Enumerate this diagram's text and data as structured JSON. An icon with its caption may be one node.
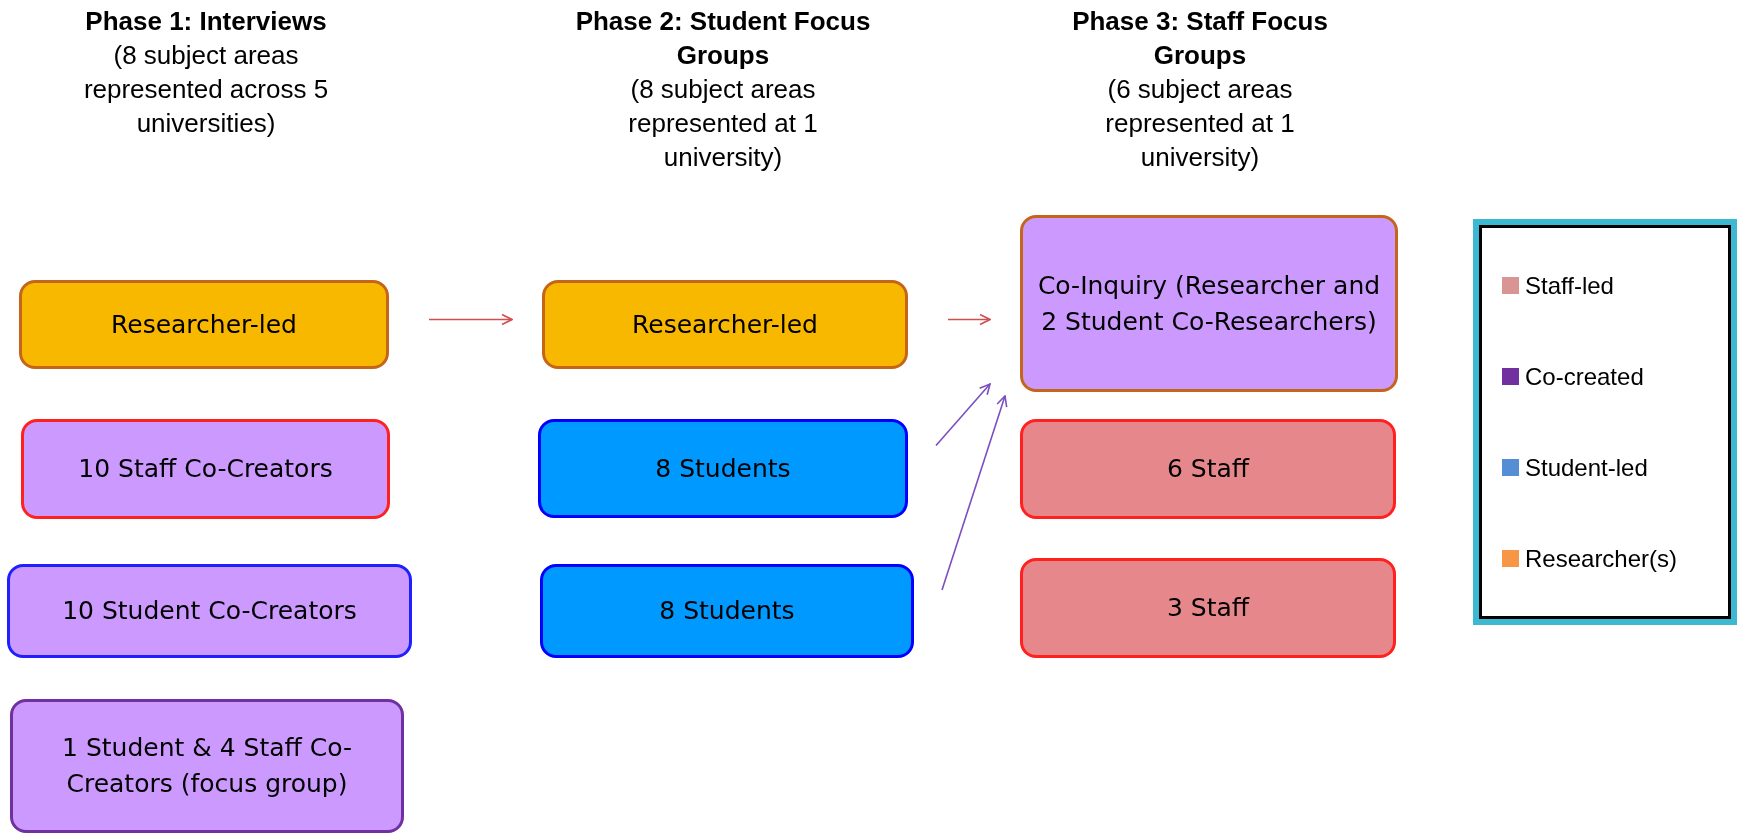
{
  "diagram": {
    "nodes": [
      {
        "text": [
          "Researcher-led"
        ]
      },
      {
        "text": [
          "10 Staff Co-Creators"
        ]
      },
      {
        "text": [
          "10 Student Co-Creators"
        ]
      },
      {
        "text": [
          "1 Student & 4 Staff Co-Creators (focus group)"
        ]
      },
      {
        "text": [
          "Researcher-led"
        ]
      },
      {
        "text": [
          "8 Students"
        ]
      },
      {
        "text": [
          "8 Students"
        ]
      },
      {
        "text": [
          "Co-Inquiry (Researcher and 2 Student Co-Researchers)"
        ]
      },
      {
        "text": [
          "6 Staff"
        ]
      },
      {
        "text": [
          "3 Staff"
        ]
      }
    ],
    "edges": [
      {
        "from": 0,
        "to": 4,
        "arrow": "to",
        "color": "#d0504d"
      },
      {
        "from": 4,
        "to": 7,
        "arrow": "to",
        "color": "#d0504d"
      },
      {
        "from": 5,
        "to": 7,
        "arrow": "to",
        "color": "#7a4fc0"
      },
      {
        "from": 6,
        "to": 7,
        "arrow": "to",
        "color": "#7a4fc0"
      }
    ],
    "labels": [
      "Phase 1: Interviews",
      "(8 subject areas represented across 5 universities)",
      "Phase 2: Student Focus Groups",
      "(8 subject areas represented at 1 university)",
      "Phase 3: Staff Focus Groups",
      "(6 subject areas represented at 1 university)"
    ],
    "legend": [
      {
        "text": "Staff-led",
        "color": "#d99594"
      },
      {
        "text": "Co-created",
        "color": "#7030a0"
      },
      {
        "text": "Student-led",
        "color": "#558ed5"
      },
      {
        "text": "Researcher(s)",
        "color": "#f79646"
      }
    ]
  }
}
